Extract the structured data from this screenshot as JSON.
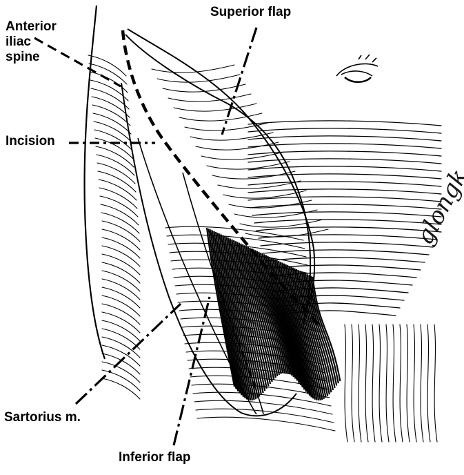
{
  "labels": {
    "anterior_iliac_spine": [
      "Anterior",
      "iliac",
      "spine"
    ],
    "superior_flap": "Superior flap",
    "incision": "Incision",
    "sartorius": "Sartorius m.",
    "inferior_flap": "Inferior flap"
  },
  "signature": "glongk",
  "colors": {
    "ink": "#000000",
    "background": "#ffffff"
  }
}
